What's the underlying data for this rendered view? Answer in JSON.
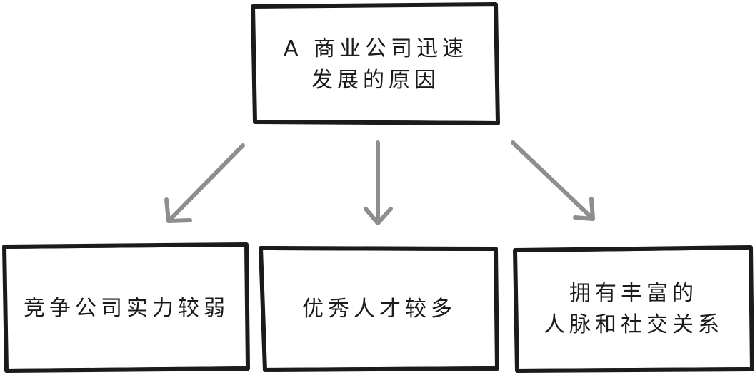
{
  "diagram": {
    "root": {
      "lines": [
        "A 商业公司迅速",
        "发展的原因"
      ]
    },
    "children": [
      {
        "lines": [
          "竞争公司实力较弱"
        ]
      },
      {
        "lines": [
          "优秀人才较多"
        ]
      },
      {
        "lines": [
          "拥有丰富的",
          "人脉和社交关系"
        ]
      }
    ],
    "colors": {
      "box_border": "#1b1b1b",
      "arrow": "#8e8e8e",
      "text": "#1b1b1b",
      "background": "#ffffff"
    }
  }
}
